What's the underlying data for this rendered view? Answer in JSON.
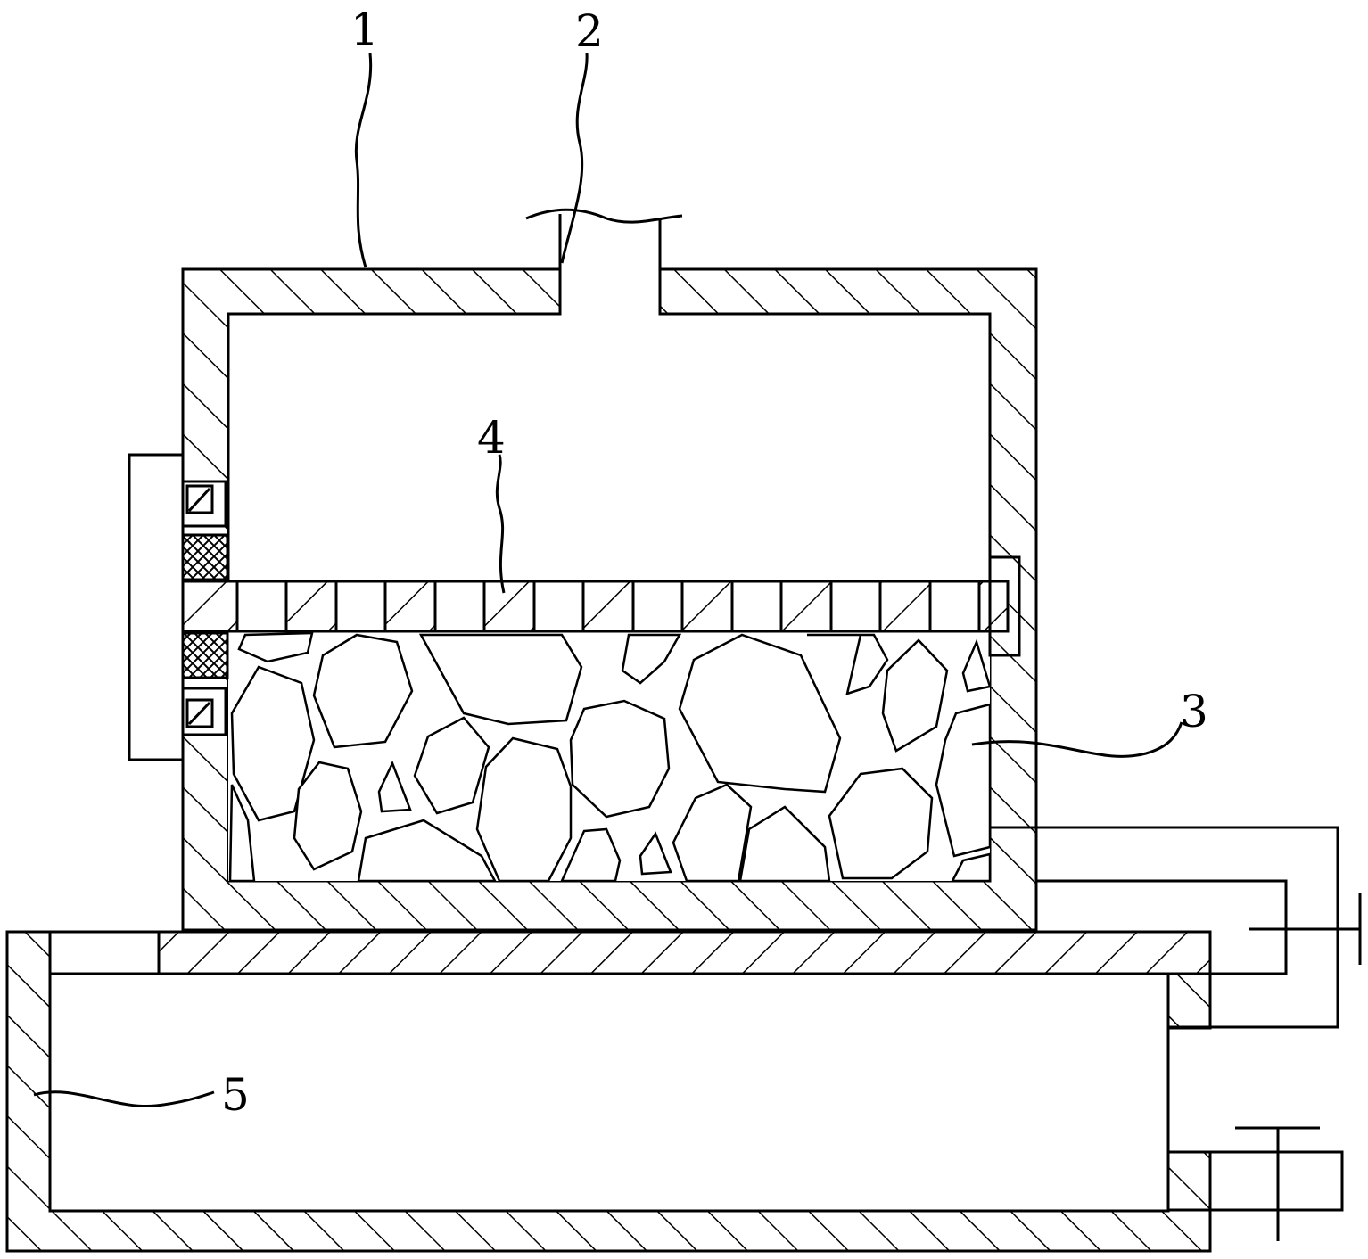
{
  "diagram": {
    "labels": [
      "1",
      "2",
      "3",
      "4",
      "5"
    ],
    "colors": {
      "line": "#000000",
      "background": "#ffffff"
    }
  }
}
